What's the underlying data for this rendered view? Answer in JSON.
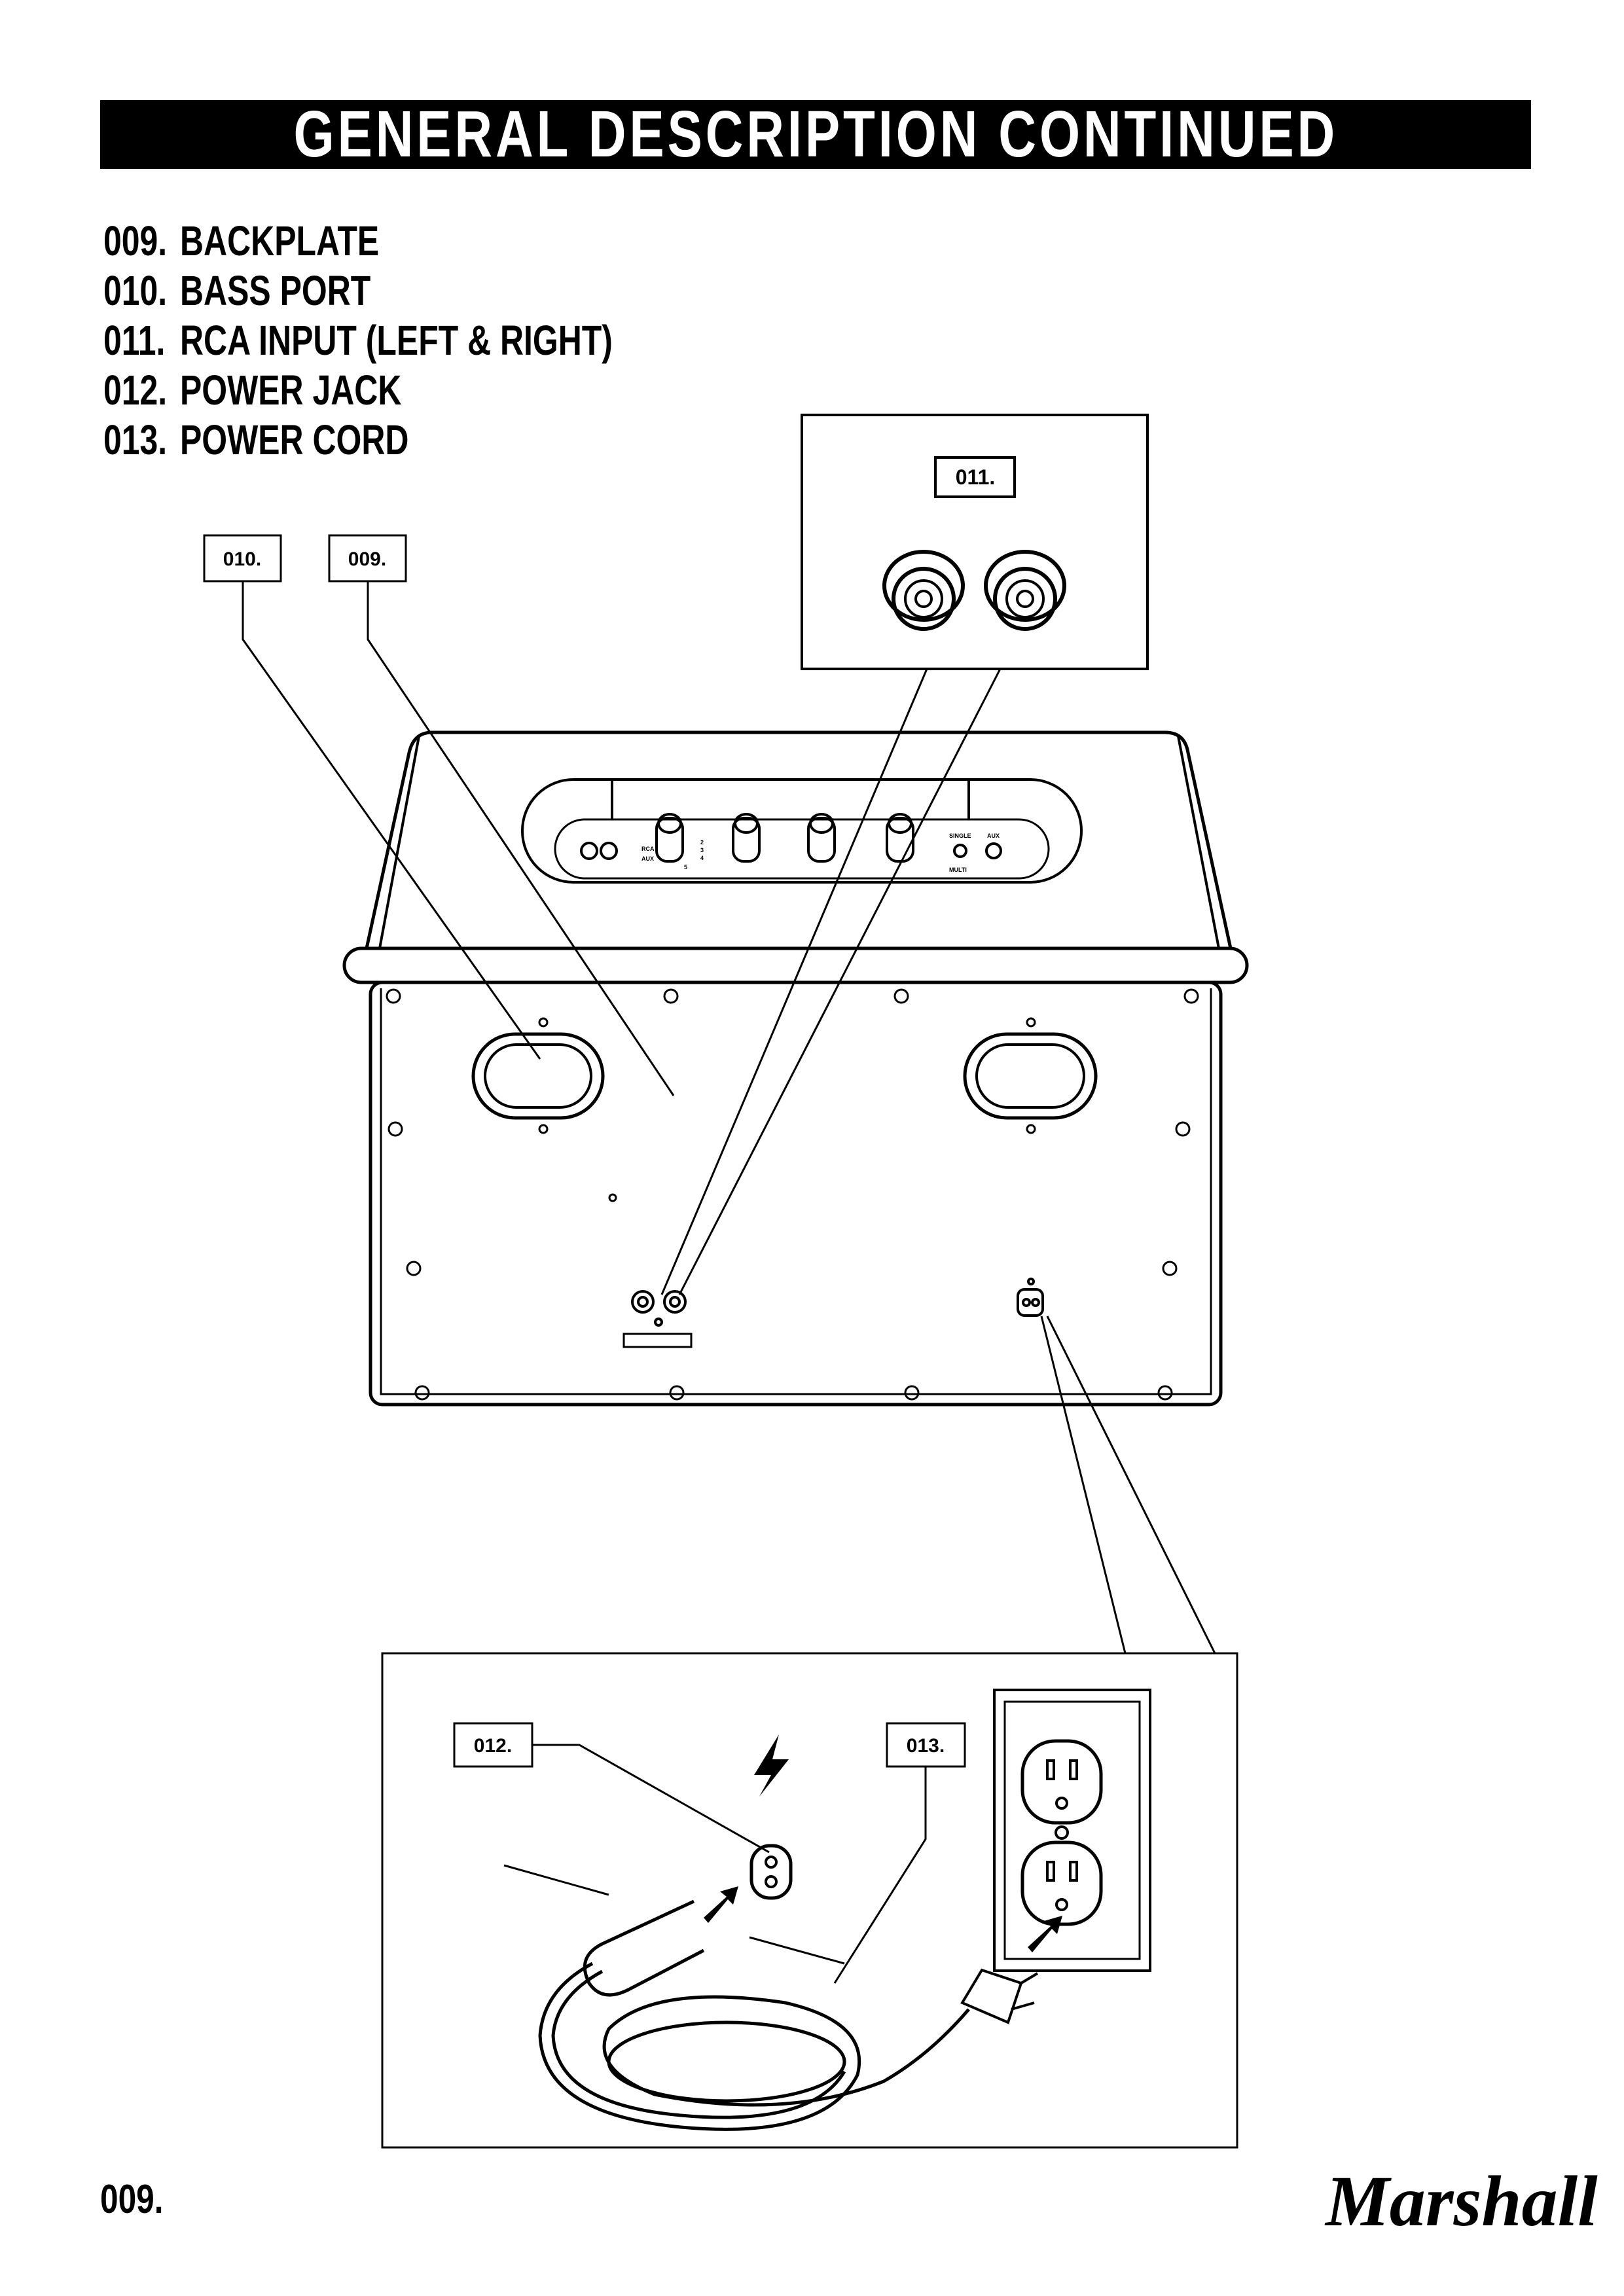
{
  "header": {
    "title": "GENERAL DESCRIPTION CONTINUED"
  },
  "items": [
    {
      "num": "009.",
      "label": "BACKPLATE"
    },
    {
      "num": "010.",
      "label": "BASS PORT"
    },
    {
      "num": "011.",
      "label": "RCA INPUT (LEFT & RIGHT)"
    },
    {
      "num": "012.",
      "label": "POWER JACK"
    },
    {
      "num": "013.",
      "label": "POWER CORD"
    }
  ],
  "callouts": {
    "c009": "009.",
    "c010": "010.",
    "c011": "011.",
    "c012": "012.",
    "c013": "013."
  },
  "panel": {
    "aux": "AUX",
    "rca": "RCA",
    "single": "SINGLE",
    "multi": "MULTI",
    "aux_jack": "AUX",
    "k2": "2",
    "k3": "3",
    "k4": "4",
    "k5": "5"
  },
  "footer": {
    "page": "009.",
    "brand": "Marshall"
  }
}
